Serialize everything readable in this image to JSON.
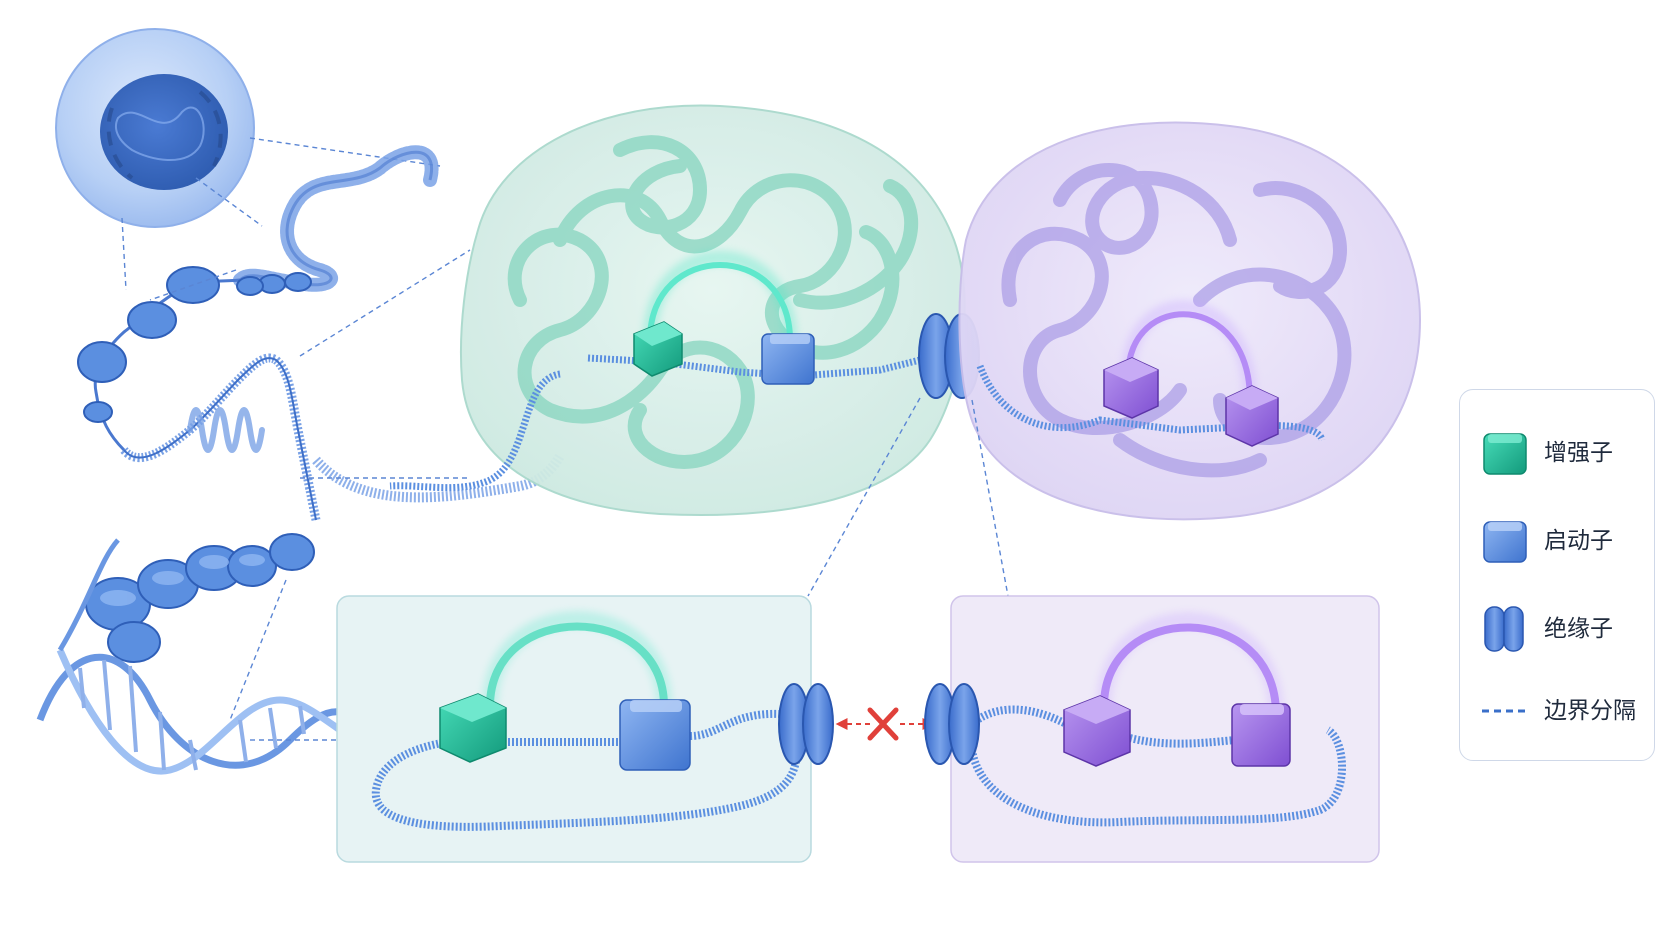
{
  "colors": {
    "enhancer": "#27c4a2",
    "promoter": "#5b8fe0",
    "insulator": "#4d80d6",
    "boundary": "#3a6fc9",
    "domain_left": "#cfeee6",
    "domain_right": "#e3dcf6",
    "target_promoter": "#9d6fe0",
    "block_mark": "#e0403a"
  },
  "legend": {
    "items": [
      {
        "label": "增强子",
        "icon": "enhancer-cube-icon"
      },
      {
        "label": "启动子",
        "icon": "promoter-cube-icon"
      },
      {
        "label": "绝缘子",
        "icon": "insulator-double-disc-icon"
      },
      {
        "label": "边界分隔",
        "icon": "dashed-line-icon"
      }
    ]
  }
}
